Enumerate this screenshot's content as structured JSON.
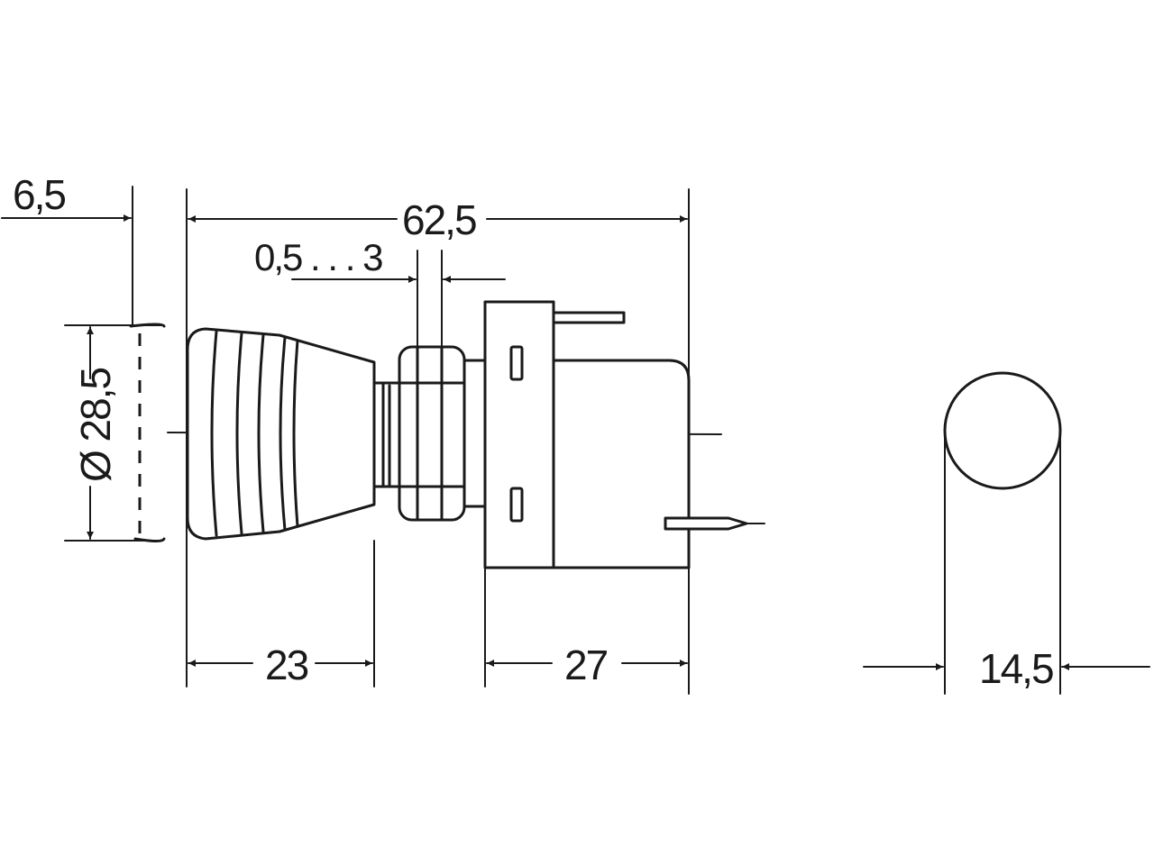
{
  "drawing": {
    "dimensions": {
      "overhang": "6,5",
      "total_length": "62,5",
      "panel_range": "0,5 . . . 3",
      "diameter": "Ø 28,5",
      "knob_length": "23",
      "housing_length": "27",
      "knob_width": "14,5"
    }
  }
}
